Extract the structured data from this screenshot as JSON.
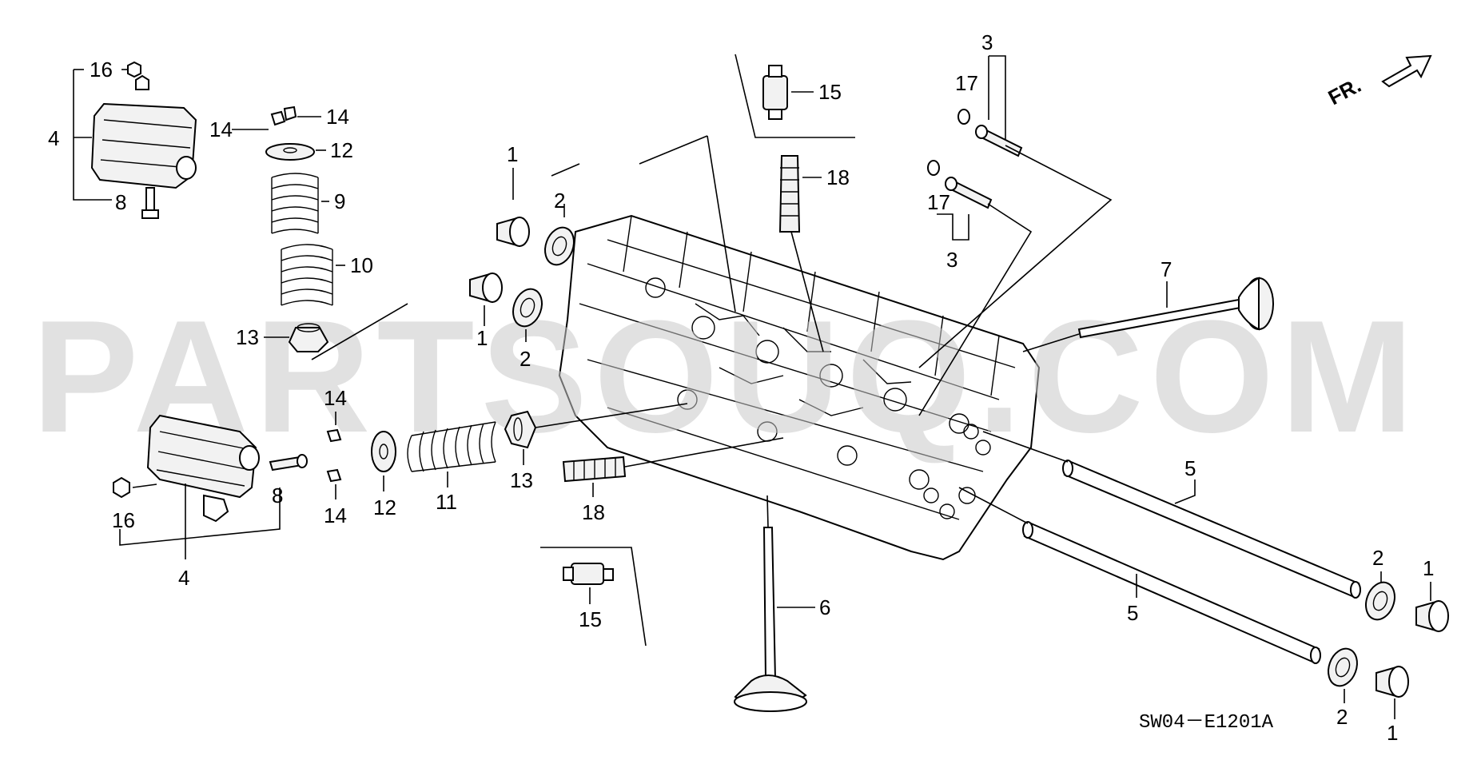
{
  "diagram": {
    "code": "SW04－E1201A",
    "watermark": "PARTSOUQ.COM",
    "direction": "FR.",
    "callouts": {
      "c16a": "16",
      "c4a": "4",
      "c8a": "8",
      "c14a": "14",
      "c14b": "14",
      "c12a": "12",
      "c9": "9",
      "c10": "10",
      "c13a": "13",
      "c15a": "15",
      "c18a": "18",
      "c3a": "3",
      "c17a": "17",
      "c17b": "17",
      "c3b": "3",
      "c1a": "1",
      "c2a": "2",
      "c1b": "1",
      "c2b": "2",
      "c7": "7",
      "c14c": "14",
      "c14d": "14",
      "c12b": "12",
      "c11": "11",
      "c13b": "13",
      "c18b": "18",
      "c8b": "8",
      "c16b": "16",
      "c4b": "4",
      "c15b": "15",
      "c6": "6",
      "c5a": "5",
      "c5b": "5",
      "c2c": "2",
      "c1c": "1",
      "c2d": "2",
      "c1d": "1"
    }
  }
}
